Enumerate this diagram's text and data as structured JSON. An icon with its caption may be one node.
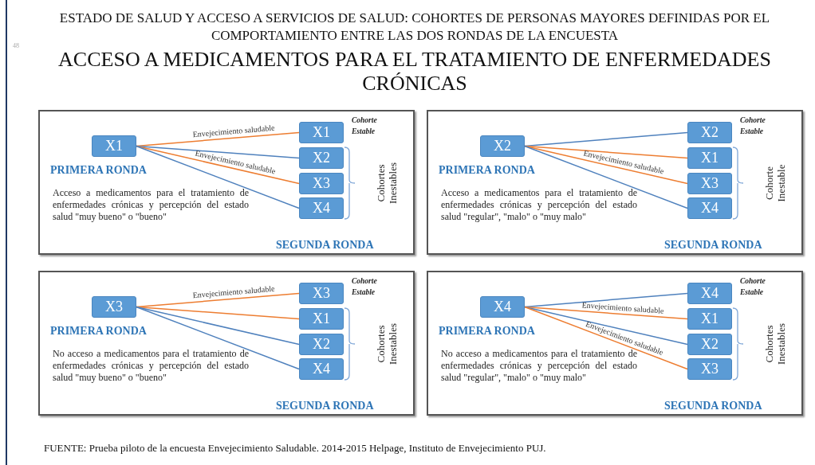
{
  "diagram": {
    "title": "ESTADO DE SALUD Y ACCESO A SERVICIOS DE SALUD: COHORTES DE PERSONAS MAYORES DEFINIDAS POR EL COMPORTAMIENTO ENTRE LAS DOS RONDAS DE LA ENCUESTA",
    "caption": "FUENTE: Prueba piloto de la encuesta Envejecimiento Saludable. 2014-2015 Helpage, Instituto de Envejecimiento PUJ.",
    "labels": [
      "48",
      "ACCESO A MEDICAMENTOS PARA EL TRATAMIENTO DE ENFERMEDADES CRÓNICAS"
    ],
    "nodes": [
      {
        "text": [
          "Acceso a medicamentos para el tratamiento de enfermedades crónicas y percepción del estado salud \"muy bueno\" o \"bueno\"",
          "SEGUNDA RONDA",
          "Cohortes Inestables"
        ]
      },
      {
        "text": [
          "X1"
        ],
        "in": 0,
        "beside": [
          "PRIMERA RONDA"
        ]
      },
      {
        "text": [
          "X1"
        ],
        "in": 0,
        "beside": [
          "Cohorte Estable"
        ]
      },
      {
        "text": [
          "X2"
        ],
        "in": 0
      },
      {
        "text": [
          "X3"
        ],
        "in": 0
      },
      {
        "text": [
          "X4"
        ],
        "in": 0
      },
      {
        "text": [
          "Acceso a medicamentos para el tratamiento de enfermedades crónicas y percepción del estado salud \"regular\", \"malo\" o \"muy malo\"",
          "SEGUNDA RONDA",
          "Cohorte Inestable"
        ]
      },
      {
        "text": [
          "X2"
        ],
        "in": 6,
        "beside": [
          "PRIMERA RONDA"
        ]
      },
      {
        "text": [
          "X2"
        ],
        "in": 6,
        "beside": [
          "Cohorte Estable"
        ]
      },
      {
        "text": [
          "X1"
        ],
        "in": 6
      },
      {
        "text": [
          "X3"
        ],
        "in": 6
      },
      {
        "text": [
          "X4"
        ],
        "in": 6
      },
      {
        "text": [
          "No acceso a medicamentos para el tratamiento de enfermedades crónicas y percepción del estado salud \"muy bueno\" o \"bueno\"",
          "SEGUNDA RONDA",
          "Cohortes Inestables"
        ]
      },
      {
        "text": [
          "X3"
        ],
        "in": 12,
        "beside": [
          "PRIMERA RONDA"
        ]
      },
      {
        "text": [
          "X3"
        ],
        "in": 12,
        "beside": [
          "Cohorte Estable"
        ]
      },
      {
        "text": [
          "X1"
        ],
        "in": 12
      },
      {
        "text": [
          "X2"
        ],
        "in": 12
      },
      {
        "text": [
          "X4"
        ],
        "in": 12
      },
      {
        "text": [
          "No acceso a medicamentos para el tratamiento de enfermedades crónicas y percepción del estado salud \"regular\", \"malo\" o \"muy malo\"",
          "SEGUNDA RONDA",
          "Cohortes Inestables"
        ]
      },
      {
        "text": [
          "X4"
        ],
        "in": 18,
        "beside": [
          "PRIMERA RONDA"
        ]
      },
      {
        "text": [
          "X4"
        ],
        "in": 18,
        "beside": [
          "Cohorte Estable"
        ]
      },
      {
        "text": [
          "X1"
        ],
        "in": 18
      },
      {
        "text": [
          "X2"
        ],
        "in": 18
      },
      {
        "text": [
          "X3"
        ],
        "in": 18
      }
    ],
    "edges": [
      {
        "from": 1,
        "to": 2,
        "arrow": "none",
        "color": "#ed7d31",
        "label": "Envejecimiento saludable"
      },
      {
        "from": 1,
        "to": 3,
        "arrow": "none",
        "color": "#4f81bd"
      },
      {
        "from": 1,
        "to": 4,
        "arrow": "none",
        "color": "#ed7d31",
        "label": "Envejecimiento saludable"
      },
      {
        "from": 1,
        "to": 5,
        "arrow": "none",
        "color": "#4f81bd"
      },
      {
        "from": 7,
        "to": 8,
        "arrow": "none",
        "color": "#4f81bd"
      },
      {
        "from": 7,
        "to": 9,
        "arrow": "none",
        "color": "#ed7d31"
      },
      {
        "from": 7,
        "to": 10,
        "arrow": "none",
        "color": "#ed7d31",
        "label": "Envejecimiento saludable"
      },
      {
        "from": 7,
        "to": 11,
        "arrow": "none",
        "color": "#4f81bd"
      },
      {
        "from": 13,
        "to": 14,
        "arrow": "none",
        "color": "#ed7d31",
        "label": "Envejecimiento saludable"
      },
      {
        "from": 13,
        "to": 15,
        "arrow": "none",
        "color": "#ed7d31"
      },
      {
        "from": 13,
        "to": 16,
        "arrow": "none",
        "color": "#4f81bd"
      },
      {
        "from": 13,
        "to": 17,
        "arrow": "none",
        "color": "#4f81bd"
      },
      {
        "from": 19,
        "to": 20,
        "arrow": "none",
        "color": "#4f81bd"
      },
      {
        "from": 19,
        "to": 21,
        "arrow": "none",
        "color": "#ed7d31",
        "label": "Envejecimiento saludable"
      },
      {
        "from": 19,
        "to": 22,
        "arrow": "none",
        "color": "#4f81bd"
      },
      {
        "from": 19,
        "to": 23,
        "arrow": "none",
        "color": "#ed7d31",
        "label": "Envejecimiento saludable"
      }
    ]
  }
}
